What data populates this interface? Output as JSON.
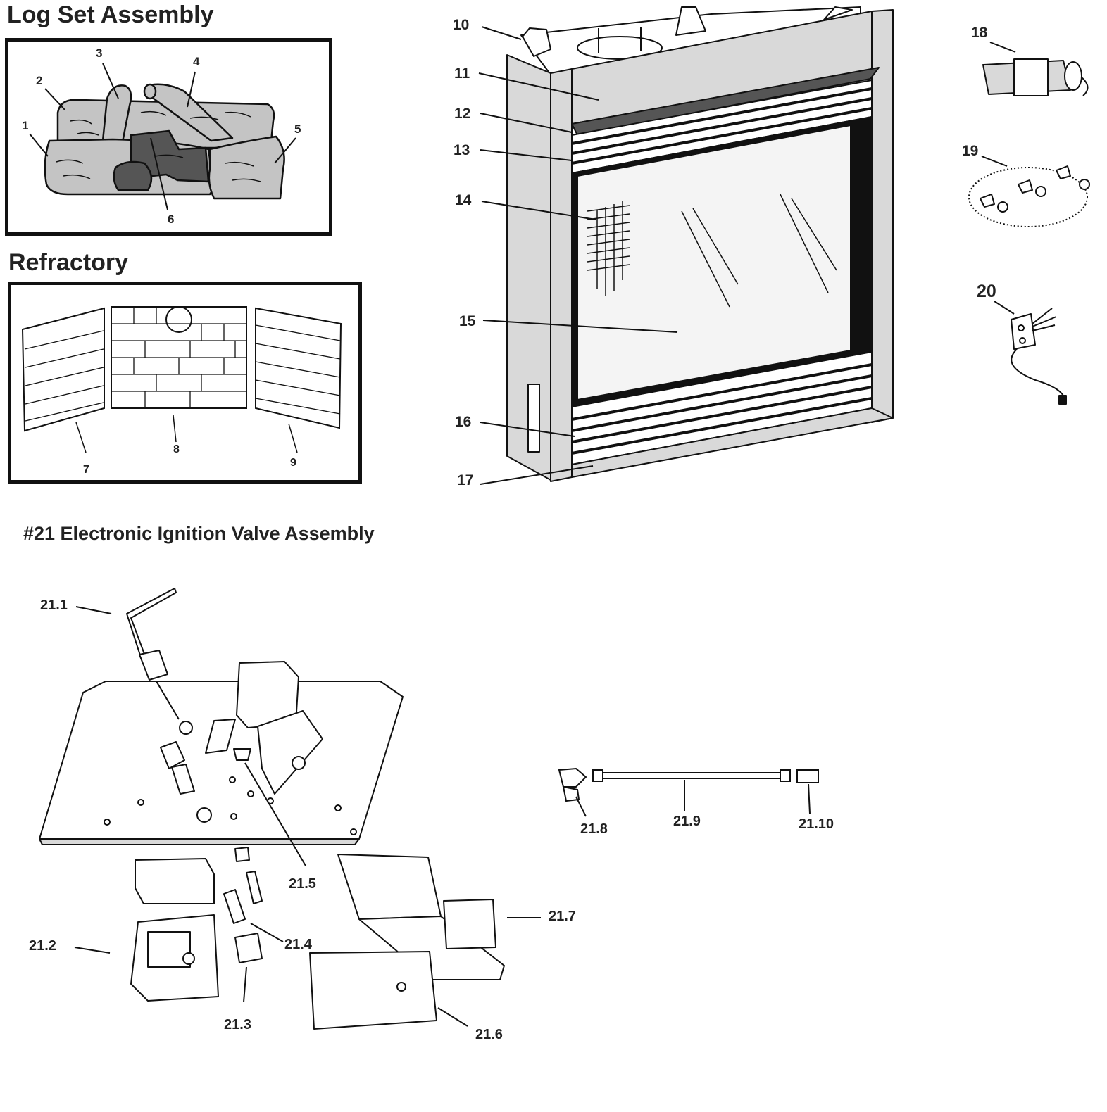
{
  "headings": {
    "log_set": "Log Set Assembly",
    "refractory": "Refractory",
    "valve": "#21 Electronic Ignition Valve Assembly"
  },
  "callouts": {
    "p1": "1",
    "p2": "2",
    "p3": "3",
    "p4": "4",
    "p5": "5",
    "p6": "6",
    "p7": "7",
    "p8": "8",
    "p9": "9",
    "p10": "10",
    "p11": "11",
    "p12": "12",
    "p13": "13",
    "p14": "14",
    "p15": "15",
    "p16": "16",
    "p17": "17",
    "p18": "18",
    "p19": "19",
    "p20": "20",
    "p21_1": "21.1",
    "p21_2": "21.2",
    "p21_3": "21.3",
    "p21_4": "21.4",
    "p21_5": "21.5",
    "p21_6": "21.6",
    "p21_7": "21.7",
    "p21_8": "21.8",
    "p21_9": "21.9",
    "p21_10": "21.10"
  },
  "colors": {
    "ink": "#111111",
    "log_fill": "#c4c4c4",
    "ember_fill": "#555555",
    "panel_fill": "#d9d9d9",
    "glass_fill": "#f4f4f4"
  }
}
